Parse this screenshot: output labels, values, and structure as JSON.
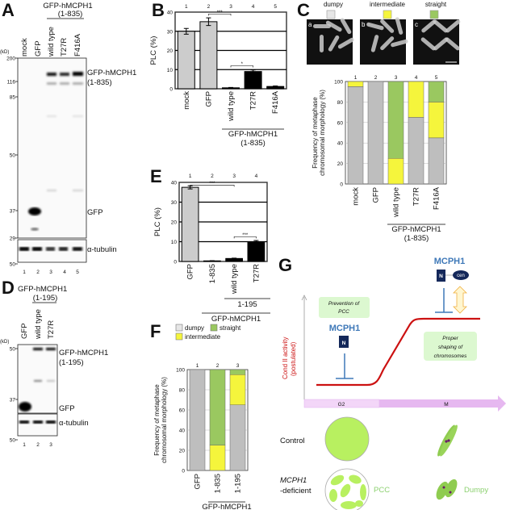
{
  "panels": {
    "A": {
      "label": "A",
      "construct": "GFP-hMCPH1",
      "construct_range": "(1-835)",
      "lanes": [
        "mock",
        "GFP",
        "wild type",
        "T27R",
        "F416A"
      ],
      "lane_numbers": [
        "1",
        "2",
        "3",
        "4",
        "5"
      ],
      "kd_unit": "(kD)",
      "markers": [
        "200",
        "116",
        "85",
        "50",
        "37",
        "29"
      ],
      "tubulin_marker": "50",
      "band_label_1": "GFP-hMCPH1",
      "band_label_1b": "(1-835)",
      "band_label_2": "GFP",
      "loading_label": "α-tubulin"
    },
    "B": {
      "label": "B",
      "group_label": "GFP-hMCPH1",
      "group_range": "(1-835)",
      "significance": [
        "***",
        "*"
      ]
    },
    "C": {
      "label": "C",
      "legend": [
        "dumpy",
        "intermediate",
        "straight"
      ],
      "image_labels": [
        "a",
        "b",
        "c"
      ],
      "group_label": "GFP-hMCPH1",
      "group_range": "(1-835)"
    },
    "D": {
      "label": "D",
      "construct": "GFP-hMCPH1",
      "construct_range": "(1-195)",
      "lanes": [
        "GFP",
        "wild type",
        "T27R"
      ],
      "lane_numbers": [
        "1",
        "2",
        "3"
      ],
      "kd_unit": "(kD)",
      "markers": [
        "50",
        "37"
      ],
      "tubulin_marker": "50",
      "band_label_1": "GFP-hMCPH1",
      "band_label_1b": "(1-195)",
      "band_label_2": "GFP",
      "loading_label": "α-tubulin"
    },
    "E": {
      "label": "E",
      "subgroup_label": "1-195",
      "group_label": "GFP-hMCPH1",
      "significance": [
        "***",
        "***"
      ]
    },
    "F": {
      "label": "F",
      "legend": [
        "dumpy",
        "straight",
        "intermediate"
      ],
      "group_label": "GFP-hMCPH1"
    },
    "G": {
      "label": "G",
      "y_label_1": "Cond II activity",
      "y_label_2": "(postulated)",
      "phases": [
        "G2",
        "M"
      ],
      "mcph1_left": "MCPH1",
      "mcph1_right": "MCPH1",
      "n_label": "N",
      "cen_label": "cen",
      "box_left": [
        "Prevention of",
        "PCC"
      ],
      "box_right": [
        "Proper",
        "shaping of",
        "chromosomes"
      ],
      "row_control": "Control",
      "row_deficient_1": "MCPH1",
      "row_deficient_2": "-deficient",
      "pcc_label": "PCC",
      "dumpy_label": "Dumpy",
      "colors": {
        "curve": "#cc1111",
        "mcph1": "#3e78b8",
        "n_box": "#14285a",
        "cell": "#b8f060",
        "phase_bar": "#e6b8f0",
        "note_box": "#dcf8d0"
      }
    }
  },
  "chart_data": [
    {
      "id": "B",
      "type": "bar",
      "ylabel": "PLC (%)",
      "ylim": [
        0,
        40
      ],
      "yticks": [
        0,
        10,
        20,
        30,
        40
      ],
      "grid": true,
      "numbers": [
        "1",
        "2",
        "3",
        "4",
        "5"
      ],
      "categories": [
        "mock",
        "GFP",
        "wild type",
        "T27R",
        "F416A"
      ],
      "values": [
        30,
        35,
        0.5,
        9,
        1.2
      ],
      "errors": [
        1.5,
        2,
        0.2,
        0.8,
        0.3
      ],
      "colors": [
        "#cccccc",
        "#cccccc",
        "#000000",
        "#000000",
        "#000000"
      ]
    },
    {
      "id": "C",
      "type": "bar",
      "stacked": true,
      "ylabel": "Frequency of metaphase chromosomal morphology (%)",
      "ylim": [
        0,
        100
      ],
      "yticks": [
        0,
        20,
        40,
        60,
        80,
        100
      ],
      "grid": true,
      "numbers": [
        "1",
        "2",
        "3",
        "4",
        "5"
      ],
      "categories": [
        "mock",
        "GFP",
        "wild type",
        "T27R",
        "F416A"
      ],
      "series": [
        {
          "name": "dumpy",
          "color": "#bebebe",
          "values": [
            95,
            100,
            0,
            65,
            45
          ]
        },
        {
          "name": "intermediate",
          "color": "#f5f53c",
          "values": [
            5,
            0,
            25,
            35,
            35
          ]
        },
        {
          "name": "straight",
          "color": "#9ac860",
          "values": [
            0,
            0,
            75,
            0,
            20
          ]
        }
      ]
    },
    {
      "id": "E",
      "type": "bar",
      "ylabel": "PLC (%)",
      "ylim": [
        0,
        40
      ],
      "yticks": [
        0,
        10,
        20,
        30,
        40
      ],
      "grid": true,
      "numbers": [
        "1",
        "2",
        "3",
        "4"
      ],
      "categories": [
        "GFP",
        "1-835",
        "wild type",
        "T27R"
      ],
      "values": [
        37.5,
        0.3,
        1.5,
        10
      ],
      "errors": [
        0.8,
        0.1,
        0.2,
        0.6
      ],
      "colors": [
        "#cccccc",
        "#000000",
        "#000000",
        "#000000"
      ]
    },
    {
      "id": "F",
      "type": "bar",
      "stacked": true,
      "ylabel": "Frequency of metaphase chromosomal morphology (%)",
      "ylim": [
        0,
        100
      ],
      "yticks": [
        0,
        20,
        40,
        60,
        80,
        100
      ],
      "grid": true,
      "numbers": [
        "1",
        "2",
        "3"
      ],
      "categories": [
        "GFP",
        "1-835",
        "1-195"
      ],
      "series": [
        {
          "name": "dumpy",
          "color": "#bebebe",
          "values": [
            100,
            0,
            65
          ]
        },
        {
          "name": "intermediate",
          "color": "#f5f53c",
          "values": [
            0,
            25,
            30
          ]
        },
        {
          "name": "straight",
          "color": "#9ac860",
          "values": [
            0,
            75,
            5
          ]
        }
      ]
    }
  ]
}
